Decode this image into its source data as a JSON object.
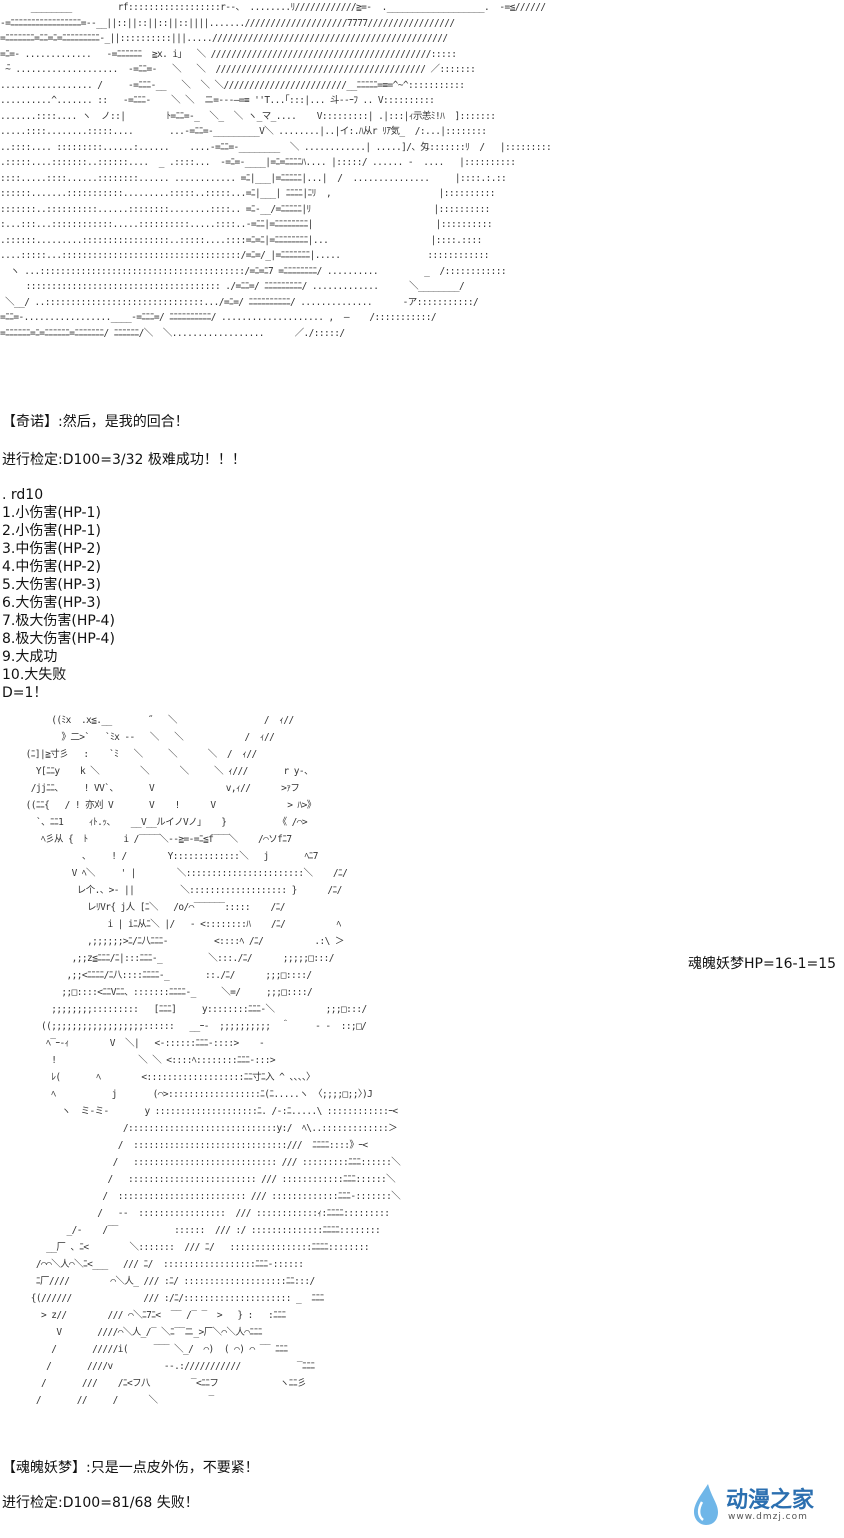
{
  "art": {
    "top_scene": "      ________         rf::::::::::::::::::r--、 ........ﾘ////////////≧=-  .___________________.  -=≦//////\n-=ﾆﾆﾆﾆﾆﾆﾆﾆﾆﾆﾆﾆﾆﾆﾆﾆﾆ=‐‐__||::||::||::||::||||.......////////////////////7777/////////////////\n=ﾆﾆﾆﾆﾆﾆﾆ=ﾆﾆ=ﾆ=ﾆﾆﾆﾆﾆﾆﾆﾆﾆ-_||::::::::::|||.....//////////////////////////////////////////////\n=ﾆ=- .............   -=ﾆﾆﾆﾆﾆﾆ  ≧x. i」  ＼ ///////////////////////////////////////////:::::\n ̄~ ....................  -=ﾆﾆ=-   ＼   ＼  ///////////////////////////////////////// ／:::::::\n.................. /     -=ﾆﾆﾆ-__   ＼  ＼ ＼////////////////////////__ﾆﾆﾆﾆﾆ=≡=^~^:::::::::::\n..........^....... ::   -=ﾆﾆﾆ-    ＼ ＼  ニ=‐‐‐―=≡ ''Τ...｢:::|... 斗‐‐ｰﾌ .. V::::::::::\n.......::::.... ヽ  ノ::|        ﾄ=ﾆﾆ=-_  ＼_  ＼ ヽ_マ_....    V:::::::::| .|:::|ｨ示恙ﾐ!ﾊ  ]:::::::\n.....::::........:::::....       ...-=ﾆﾆ=-_________V＼ ........|..|イ:.ﾊ从r ﾘｱ気_  /:...|::::::::\n..::::.... :::::::::......:......    ....-=ﾆﾆ=-________  ＼ ............| .....]/、匁:::::::ﾘ  /   |:::::::::\n.:::::....:::::::..::::::....  _ .::::...  -=ﾆ=-____|=ﾆ=ﾆﾆﾆﾆﾊ.... |:::::/ ...... ‐  ....   |::::::::::\n::::.....::::......::::::::...... ............ =ﾆ|___|=ﾆﾆﾆﾆﾆ|...|  /  ...............     |::::.:.::\n::::::.......:::::::::::.........:::::..:::::...=ﾆ|___| ﾆﾆﾆﾆ|ﾆﾘ  ,                     |::::::::::\n:::::::..::::::::::......::::::::........::::.. =ﾆ-__/=ﾆﾆﾆﾆﾆ|ﾘ                        |::::::::::\n:...:::...::::::::::::.....::::::::::.....::::..-=ﾆﾆ|=ﾆﾆﾆﾆﾆﾆﾆﾆ|                        |::::::::::\n.::::::.........:::::::::::::::::..:::::....::::=ﾆ=ﾆ|=ﾆﾆﾆﾆﾆﾆﾆﾆ|...                    |::::.::::\n....:::::...:::::::::::::::::::::::::::::::::::/=ﾆ=/_|=ﾆﾆﾆﾆﾆﾆﾆ|.....                 ::::::::::::\n  ヽ ...::::::::::::::::::::::::::::::::::::::::/=ﾆ=ﾆ7 =ﾆﾆﾆﾆﾆﾆﾆﾆ/ ..........         _  /::::::::::::\n     :::::::::::::::::::::::::::::::::::::: ./=ﾆﾆ=/ ﾆﾆﾆﾆﾆﾆﾆﾆﾆ/ .............      ＼________/\n ＼__/ ..:::::::::::::::::::::::::::::::.../=ﾆ=/ ﾆﾆﾆﾆﾆﾆﾆﾆﾆﾆ/ ..............      ‐ア:::::::::::/\n=ﾆﾆ=-.................____-=ﾆﾆﾆ=/ ﾆﾆﾆﾆﾆﾆﾆﾆﾆﾆ/ .................... ,  ―    /:::::::::::/\n=ﾆﾆﾆﾆﾆﾆ=ﾆ=ﾆﾆﾆﾆﾆﾆ=ﾆﾆﾆﾆﾆﾆﾆ/ ﾆﾆﾆﾆﾆﾆ/＼  ＼..................      ／./:::::/",
    "figure": "          ((ﾐx  .x≦.__       ˝   ＼                 /  ｨ//\n            》二>`   `ﾐx --   ＼   ＼            /  ｨ//\n     (ﾆ]|≧寸彡   :    `ﾐ   ＼     ＼      ＼  /  ｨ//\n       Y[ﾆﾆy    k ＼        ＼      ＼     ＼ ｨ///       r y-、\n      /jjﾆﾆ、    ! VV`、      V              v,ｨ//      >ｧフ\n     ((ﾆﾆ{   / ! 亦刈 V       V    !      V              > ﾊ>》\n       `、ﾆﾆ1     ｨﾄ.ｯ、   __V__ルイノVノ」   }          《 /⌒>\n        ﾍ彡从 {  ﾄ       i /‾‾‾‾＼--≧=-=ﾆ≦f‾‾‾＼    /⌒ソfﾆ7\n                、    ! /        Y:::::::::::::＼   j       ﾍﾆ7\n              V ﾍ＼     ' |        ＼:::::::::::::::::::::::＼    /ﾆ/\n               レ个.、>- ||         ＼::::::::::::::::::: }      /ﾆ/\n                 レﾘVr{ j人 [ﾆ＼   /o/⌒‾‾‾‾‾‾:::::    /ﾆ/\n                     i | iﾆ从ﾆ＼ |/   ‐ <::::::::ﾊ    /ﾆ/          ﾍ\n                 ,;;;;;;>ﾆ/ﾆ八ﾆﾆﾆ-         <::::ﾍ /ﾆ/          .:\\ ＞\n              ,;;z≦ﾆﾆﾆ/ﾆ|:::ﾆﾆﾆ-_         ＼:::./ﾆ/      ;;;;;□:::/\n             ,;;<ﾆﾆﾆﾆ/ﾆ八::::ﾆﾆﾆﾆ-_       ::./ﾆ/      ;;;□::::/\n            ;;□::::<ﾆﾆVﾆﾆ、:::::::ﾆﾆﾆﾆ-_     ＼=/     ;;;□::::/\n          ;;;;;;;;:::::::::   [ﾆﾆﾆ]     y::::::::ﾆﾆﾆ-＼          ;;;□:::/\n        ((;;;;;;;;;;;;;;;;;;::::::   __ｰ‐  ;;;;;;;;;;  ＾     ‐ ‐  ::;□/\n         ﾍ‾ｰ‐ｨ        V  ＼|   <‐::::::ﾆﾆﾆ-::::>    ‐\n          !                ＼ ＼ <::::ﾍ::::::::ﾆﾆﾆ-:::>\n          ﾚ(       ﾍ        <:::::::::::::::::::ﾆﾆ寸ﾆ入 ^ 、、、、〉\n          ﾍ           j       (⌒>::::::::::::::::::ﾆ(ﾆ.....ヽ 〈;;;;□;;〉)J\n            ヽ  ミ-ミ-       y ::::::::::::::::::::ﾆ. /-:ﾆ.....\\ ::::::::::::ｰ<\n                        /:::::::::::::::::::::::::::::y:/  ﾍ\\..:::::::::::::＞\n                       /  ::::::::::::::::::::::::::::::///  ﾆﾆﾆﾆ::::》ｰ<\n                      /   :::::::::::::::::::::::::::: /// :::::::::ﾆﾆﾆ::::::＼\n                     /   ::::::::::::::::::::::::: /// ::::::::::::ﾆﾆﾆ::::::＼\n                    /  ::::::::::::::::::::::::: /// :::::::::::::ﾆﾆﾆ-:::::::＼\n                   /   ‐‐  :::::::::::::::::  /// ::::::::::::ｨ:ﾆﾆﾆﾆ:::::::::\n             _/‐    /‾‾           ::::::  /// :/ ::::::::::::::ﾆﾆﾆﾆ::::::::\n         __厂 、ﾆ<        ＼:::::::  /// ﾆ/   ::::::::::::::::ﾆﾆﾆﾆ::::::::\n       /⌒⌒＼人⌒＼ﾆ<___   /// ﾆ/  ::::::::::::::::::ﾆﾆﾆ-::::::\n       ﾆ厂////        ⌒＼人_ /// :ﾆ/ ::::::::::::::::::::ﾆﾆ:::/\n      {(//////              /// :/ﾆ/::::::::::::::::::::: _  ﾆﾆﾆ\n        > z//        /// ⌒＼ﾆ7ﾆ<  ‾‾ /‾ ‾  >   } :   :ﾆﾆﾆ\n           V       ////⌒＼人_/‾ ＼ﾆ‾‾ニ_>厂＼⌒＼人⌒ﾆﾆﾆ\n          /       /////i(     ‾‾‾ ＼_/  ⌒)  ( ⌒) ⌒ ‾‾ ﾆﾆﾆ\n         /       ////v          ‐-.:///////////           ‾ﾆﾆﾆ\n        /       ///    /ﾆ<フ八        ‾<ﾆﾆフ            ヽﾆﾆ彡\n       /       //     /      ＼          ‾"
  },
  "text": {
    "dialog1": "【奇诺】:然后，是我的回合！",
    "check1": "进行检定:D100=3/32 极难成功！！！",
    "rd_header": ". rd10",
    "rd_items": [
      "1.小伤害(HP-1)",
      "2.小伤害(HP-1)",
      "3.中伤害(HP-2)",
      "4.中伤害(HP-2)",
      "5.大伤害(HP-3)",
      "6.大伤害(HP-3)",
      "7.极大伤害(HP-4)",
      "8.极大伤害(HP-4)",
      "9.大成功",
      "10.大失败"
    ],
    "rd_result": "D=1！",
    "hp_line": "魂魄妖梦HP=16-1=15",
    "dialog2": "【魂魄妖梦】:只是一点皮外伤，不要紧！",
    "check2": "进行检定:D100=81/68 失败！"
  },
  "watermark": {
    "text": "动漫之家",
    "url": "www.dmzj.com"
  }
}
